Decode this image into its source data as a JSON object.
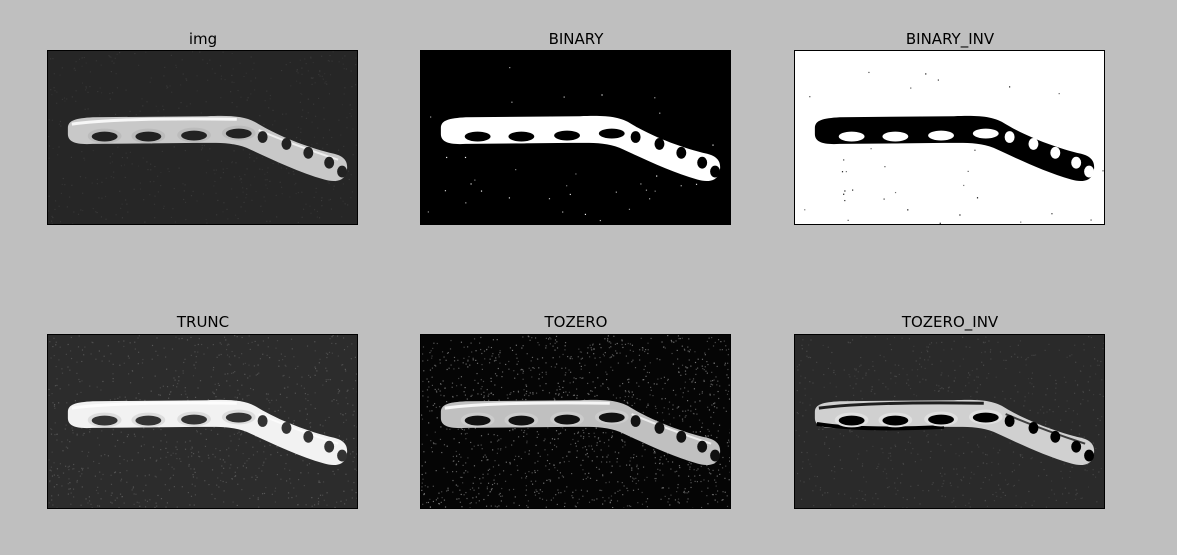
{
  "figure": {
    "background": "#bfbfbf",
    "panels": [
      {
        "title": "img",
        "mode": "img"
      },
      {
        "title": "BINARY",
        "mode": "binary"
      },
      {
        "title": "BINARY_INV",
        "mode": "binary_inv"
      },
      {
        "title": "TRUNC",
        "mode": "trunc"
      },
      {
        "title": "TOZERO",
        "mode": "tozero"
      },
      {
        "title": "TOZERO_INV",
        "mode": "tozero_inv"
      }
    ]
  }
}
